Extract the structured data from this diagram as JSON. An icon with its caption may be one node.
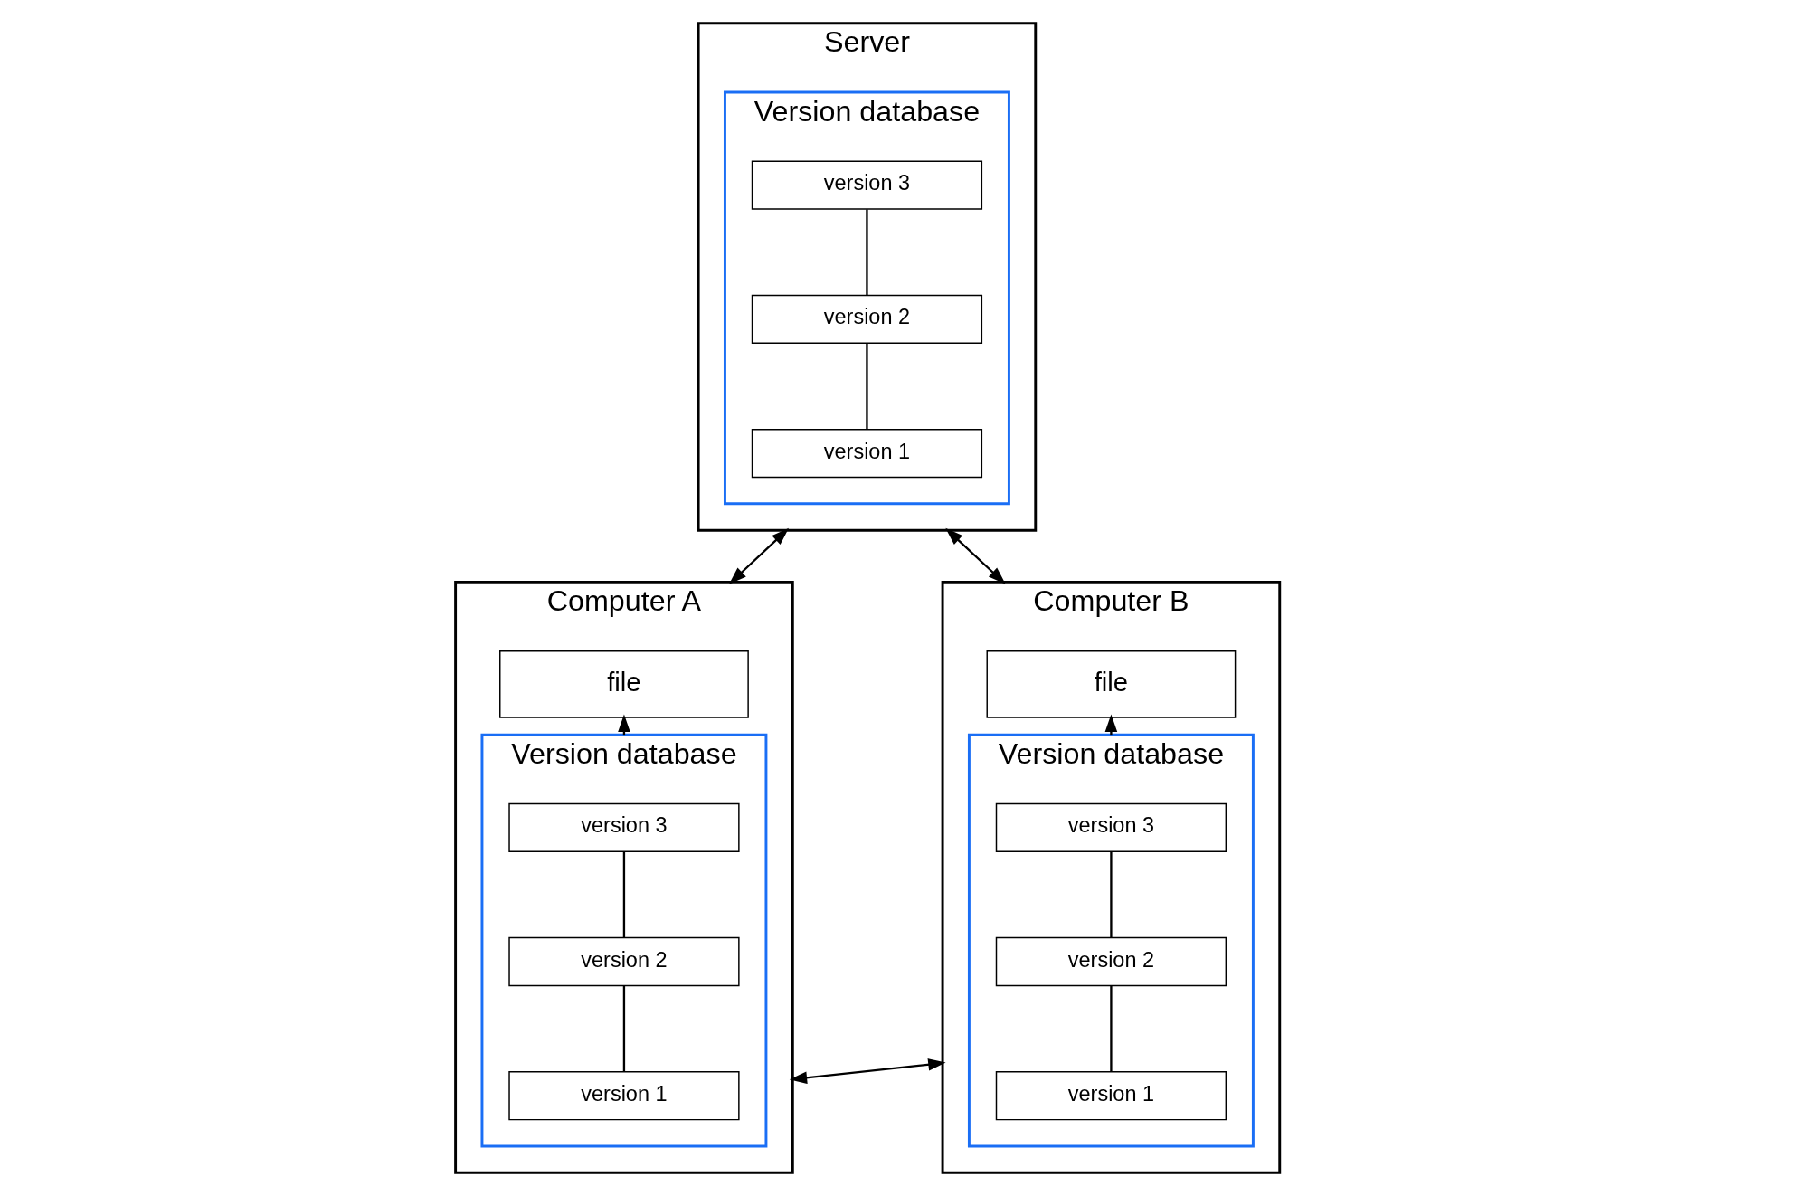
{
  "diagram": {
    "nodes": [
      {
        "text": [
          "Server"
        ]
      },
      {
        "text": [
          "Version database"
        ],
        "in": 0
      },
      {
        "text": [
          "version 3"
        ],
        "in": 1
      },
      {
        "text": [
          "version 2"
        ],
        "in": 1
      },
      {
        "text": [
          "version 1"
        ],
        "in": 1
      },
      {
        "text": [
          "Computer A"
        ]
      },
      {
        "text": [
          "file"
        ],
        "in": 5
      },
      {
        "text": [
          "Version database"
        ],
        "in": 5
      },
      {
        "text": [
          "version 3"
        ],
        "in": 7
      },
      {
        "text": [
          "version 2"
        ],
        "in": 7
      },
      {
        "text": [
          "version 1"
        ],
        "in": 7
      },
      {
        "text": [
          "Computer B"
        ]
      },
      {
        "text": [
          "file"
        ],
        "in": 11
      },
      {
        "text": [
          "Version database"
        ],
        "in": 11
      },
      {
        "text": [
          "version 3"
        ],
        "in": 13
      },
      {
        "text": [
          "version 2"
        ],
        "in": 13
      },
      {
        "text": [
          "version 1"
        ],
        "in": 13
      }
    ],
    "edges": [
      {
        "from": 2,
        "to": 3,
        "arrow": "none"
      },
      {
        "from": 3,
        "to": 4,
        "arrow": "none"
      },
      {
        "from": 0,
        "to": 5,
        "arrow": "both"
      },
      {
        "from": 0,
        "to": 11,
        "arrow": "both"
      },
      {
        "from": 7,
        "to": 6,
        "arrow": "to"
      },
      {
        "from": 8,
        "to": 9,
        "arrow": "none"
      },
      {
        "from": 9,
        "to": 10,
        "arrow": "none"
      },
      {
        "from": 5,
        "to": 11,
        "arrow": "both"
      },
      {
        "from": 13,
        "to": 12,
        "arrow": "to"
      },
      {
        "from": 14,
        "to": 15,
        "arrow": "none"
      },
      {
        "from": 15,
        "to": 16,
        "arrow": "none"
      }
    ]
  }
}
